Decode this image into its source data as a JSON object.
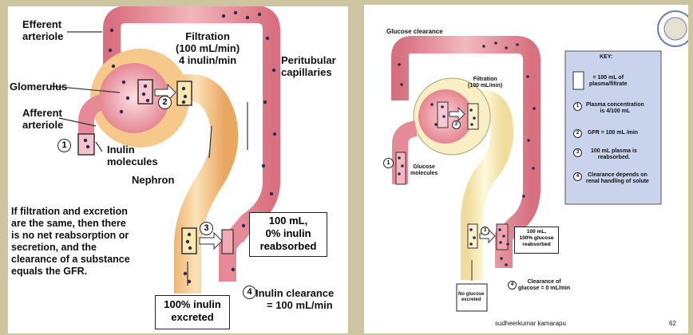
{
  "left": {
    "efferent": [
      "Efferent",
      "arteriole"
    ],
    "glomerulus": "Glomerulus",
    "afferent": [
      "Afferent",
      "arteriole"
    ],
    "inulin_molecules": [
      "Inulin",
      "molecules"
    ],
    "filtration": [
      "Filtration",
      "(100 mL/min)",
      "4 inulin/min"
    ],
    "peritubular": [
      "Peritubular",
      "capillaries"
    ],
    "nephron": "Nephron",
    "reabsorbed_box": [
      "100 mL,",
      "0% inulin",
      "reabsorbed"
    ],
    "excreted_box": [
      "100% inulin",
      "excreted"
    ],
    "clearance": [
      "Inulin clearance",
      "= 100 mL/min"
    ],
    "note": [
      "If filtration and excretion",
      "are the same, then there",
      "is no net reabsorption or",
      "secretion, and the",
      "clearance of a substance",
      "equals the GFR."
    ],
    "step1": "1",
    "step2": "2",
    "step3": "3",
    "step4": "4"
  },
  "right": {
    "title": "Glucose clearance",
    "filtration": [
      "Filtration",
      "(100 mL/min)"
    ],
    "glucose_molecules": [
      "Glucose",
      "molecules"
    ],
    "key": {
      "title": "KEY:",
      "box_item": [
        "= 100 mL of",
        "plasma/filtrate"
      ],
      "item1": [
        "Plasma concentration",
        "is 4/100 mL"
      ],
      "item2": "GFR = 100 mL /min",
      "item3": [
        "100 mL plasma is",
        "reabsorbed."
      ],
      "item4": [
        "Clearance depends on",
        "renal handling of solute"
      ]
    },
    "reabsorbed_box": [
      "100 mL,",
      "100% glucose",
      "reabsorbed"
    ],
    "clearance": [
      "Clearance of",
      "glucose = 0 mL/min"
    ],
    "no_glucose": [
      "No glucose",
      "excreted"
    ],
    "author": "sudheerkumar kamarapu",
    "page_number": "62",
    "step1": "1",
    "step2": "2",
    "step3": "3",
    "step4": "4"
  },
  "colors": {
    "vessel": "#e7919b",
    "vessel_dark": "#c2526a",
    "tubule": "#f4c98d",
    "tubule_light": "#fbeccf",
    "dot": "#2c2c54"
  }
}
